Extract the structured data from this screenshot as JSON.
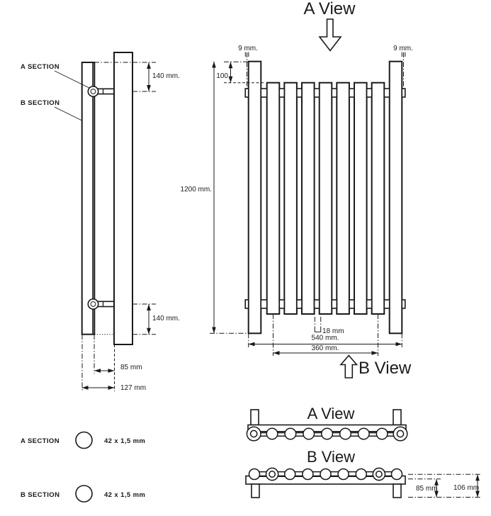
{
  "colors": {
    "ink": "#1a1a1a",
    "background": "#ffffff"
  },
  "side_view": {
    "a_section_label": "A SECTION",
    "b_section_label": "B SECTION",
    "dim_top_pipe_offset": "140 mm.",
    "dim_bottom_pipe_offset": "140 mm.",
    "dim_wall_to_pipe_center": "85 mm",
    "dim_wall_to_front_face": "127 mm"
  },
  "front_view": {
    "title": "A View",
    "bottom_title": "B View",
    "dim_left_tab": "9 mm.",
    "dim_right_tab": "9 mm.",
    "dim_collector_offset": "100",
    "dim_total_height": "1200 mm.",
    "dim_bar_gap": "18 mm",
    "dim_overall_width": "540 mm.",
    "dim_inner_span": "360 mm."
  },
  "legend": {
    "a_section_label": "A SECTION",
    "a_section_tube": "42 x 1,5 mm",
    "b_section_label": "B SECTION",
    "b_section_tube": "42 x 1,5 mm"
  },
  "cross_sections": {
    "a_view_title": "A View",
    "b_view_title": "B View",
    "dim_depth_to_pipe": "85 mm",
    "dim_total_depth": "106 mm"
  }
}
